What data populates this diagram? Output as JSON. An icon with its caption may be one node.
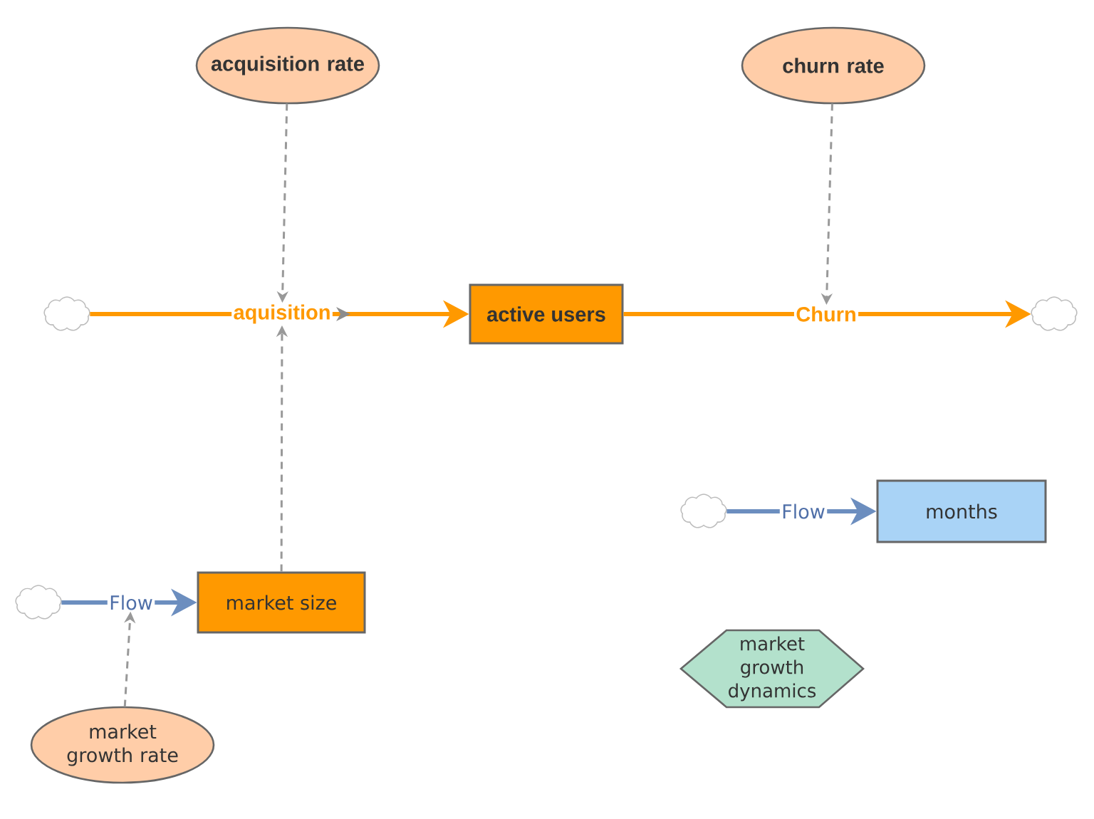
{
  "diagram": {
    "nodes": [
      {
        "text": [
          "acquisition rate"
        ]
      },
      {
        "text": [
          "churn rate"
        ]
      },
      {
        "text": [],
        "shape": "cloud"
      },
      {
        "text": [
          "aquisition"
        ]
      },
      {
        "text": [
          "active users"
        ]
      },
      {
        "text": [
          "Churn"
        ]
      },
      {
        "text": [],
        "shape": "cloud"
      },
      {
        "text": [],
        "shape": "cloud"
      },
      {
        "text": [
          "Flow"
        ]
      },
      {
        "text": [
          "months"
        ]
      },
      {
        "text": [],
        "shape": "cloud"
      },
      {
        "text": [
          "Flow"
        ]
      },
      {
        "text": [
          "market size"
        ]
      },
      {
        "text": [
          "market growth dynamics"
        ]
      },
      {
        "text": [
          "market growth rate"
        ]
      }
    ],
    "edges": [
      {
        "from": 2,
        "to": 3,
        "arrow": "none",
        "color": "#ff9900"
      },
      {
        "from": 3,
        "to": 4,
        "arrow": "to",
        "color": "#ff9900"
      },
      {
        "from": 0,
        "to": 3,
        "arrow": "to",
        "style": "dashed",
        "color": "#999999"
      },
      {
        "from": 12,
        "to": 3,
        "arrow": "to",
        "style": "dashed",
        "color": "#999999"
      },
      {
        "from": 4,
        "to": 5,
        "arrow": "none",
        "color": "#ff9900"
      },
      {
        "from": 5,
        "to": 6,
        "arrow": "to",
        "color": "#ff9900"
      },
      {
        "from": 1,
        "to": 5,
        "arrow": "to",
        "style": "dashed",
        "color": "#999999"
      },
      {
        "from": 7,
        "to": 8,
        "arrow": "none",
        "color": "#6c8ebf"
      },
      {
        "from": 8,
        "to": 9,
        "arrow": "to",
        "color": "#6c8ebf"
      },
      {
        "from": 10,
        "to": 11,
        "arrow": "none",
        "color": "#6c8ebf"
      },
      {
        "from": 11,
        "to": 12,
        "arrow": "to",
        "color": "#6c8ebf"
      },
      {
        "from": 14,
        "to": 11,
        "arrow": "to",
        "style": "dashed",
        "color": "#999999"
      }
    ]
  }
}
